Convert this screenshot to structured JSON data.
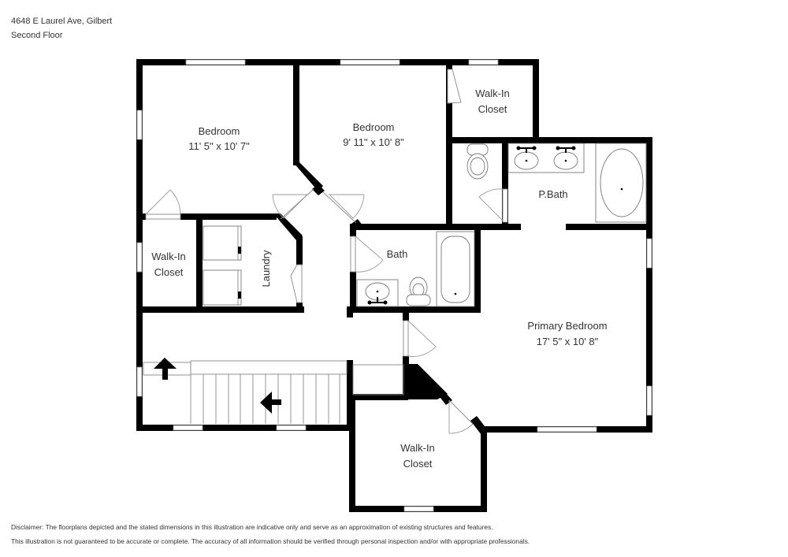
{
  "header": {
    "address": "4648 E Laurel Ave, Gilbert",
    "floor": "Second Floor"
  },
  "rooms": [
    {
      "id": "bedroom-1",
      "name": "Bedroom",
      "dimensions": "11' 5\" x 10' 7\""
    },
    {
      "id": "bedroom-2",
      "name": "Bedroom",
      "dimensions": "9' 11\" x 10' 8\""
    },
    {
      "id": "walk-in-closet-top",
      "name": "Walk-In",
      "name2": "Closet"
    },
    {
      "id": "p-bath",
      "name": "P.Bath"
    },
    {
      "id": "walk-in-closet-left",
      "name": "Walk-In",
      "name2": "Closet"
    },
    {
      "id": "laundry",
      "name": "Laundry"
    },
    {
      "id": "bath",
      "name": "Bath"
    },
    {
      "id": "primary-bedroom",
      "name": "Primary Bedroom",
      "dimensions": "17' 5\" x 10' 8\""
    },
    {
      "id": "walk-in-closet-bottom",
      "name": "Walk-In",
      "name2": "Closet"
    }
  ],
  "disclaimer": {
    "line1": "Disclaimer: The floorplans depicted and the stated dimensions in this illustration are indicative only and serve as an approximation of existing structures and features.",
    "line2": "This illustration is not guaranteed to be accurate or complete. The accuracy of all information should be verified through personal inspection and/or with appropriate professionals."
  },
  "colors": {
    "wall": "#000000",
    "background": "#ffffff",
    "text": "#333333",
    "fixture_line": "#777777"
  }
}
